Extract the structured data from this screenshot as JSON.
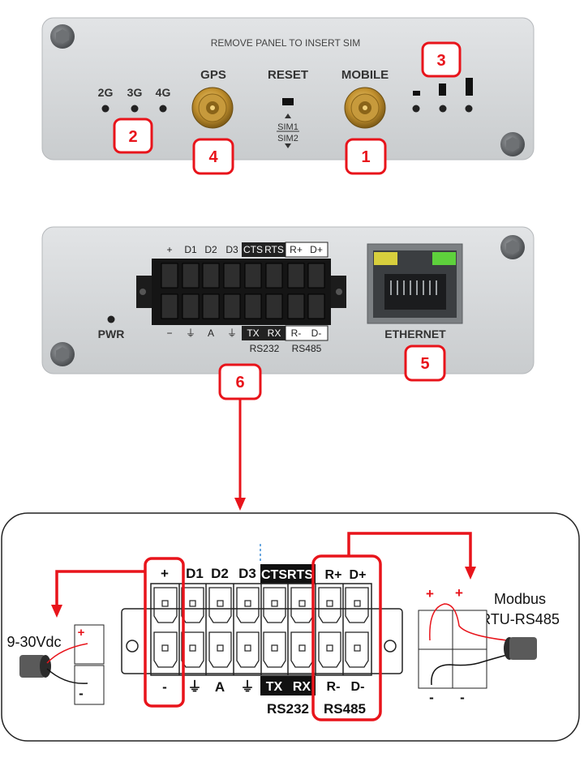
{
  "front_panel": {
    "sim_note": "REMOVE PANEL TO INSERT SIM",
    "network_labels": [
      "2G",
      "3G",
      "4G"
    ],
    "gps_label": "GPS",
    "reset_label": "RESET",
    "sim1_label": "SIM1",
    "sim2_label": "SIM2",
    "mobile_label": "MOBILE"
  },
  "back_panel": {
    "top_pins": [
      "+",
      "D1",
      "D2",
      "D3",
      "CTS",
      "RTS",
      "R+",
      "D+"
    ],
    "bottom_pins": [
      "−",
      "⏚",
      "A",
      "⏚",
      "TX",
      "RX",
      "R-",
      "D-"
    ],
    "rs232_label": "RS232",
    "rs485_label": "RS485",
    "pwr_label": "PWR",
    "ethernet_label": "ETHERNET"
  },
  "markers": [
    "1",
    "2",
    "3",
    "4",
    "5",
    "6"
  ],
  "wiring": {
    "top_pins": [
      "+",
      "D1",
      "D2",
      "D3",
      "CTS",
      "RTS",
      "R+",
      "D+"
    ],
    "bottom_pins": [
      "-",
      "⏚",
      "A",
      "⏚",
      "TX",
      "RX",
      "R-",
      "D-"
    ],
    "rs232_label": "RS232",
    "rs485_label": "RS485",
    "power_label": "9-30Vdc",
    "power_plus": "+",
    "power_minus": "-",
    "modbus_label_1": "Modbus",
    "modbus_label_2": "RTU-RS485",
    "modbus_plus": "+",
    "modbus_minus": "-"
  },
  "colors": {
    "marker_red": "#e8141b",
    "panel_gray": "#d4d6d8",
    "antenna_gold": "#b8892e"
  }
}
